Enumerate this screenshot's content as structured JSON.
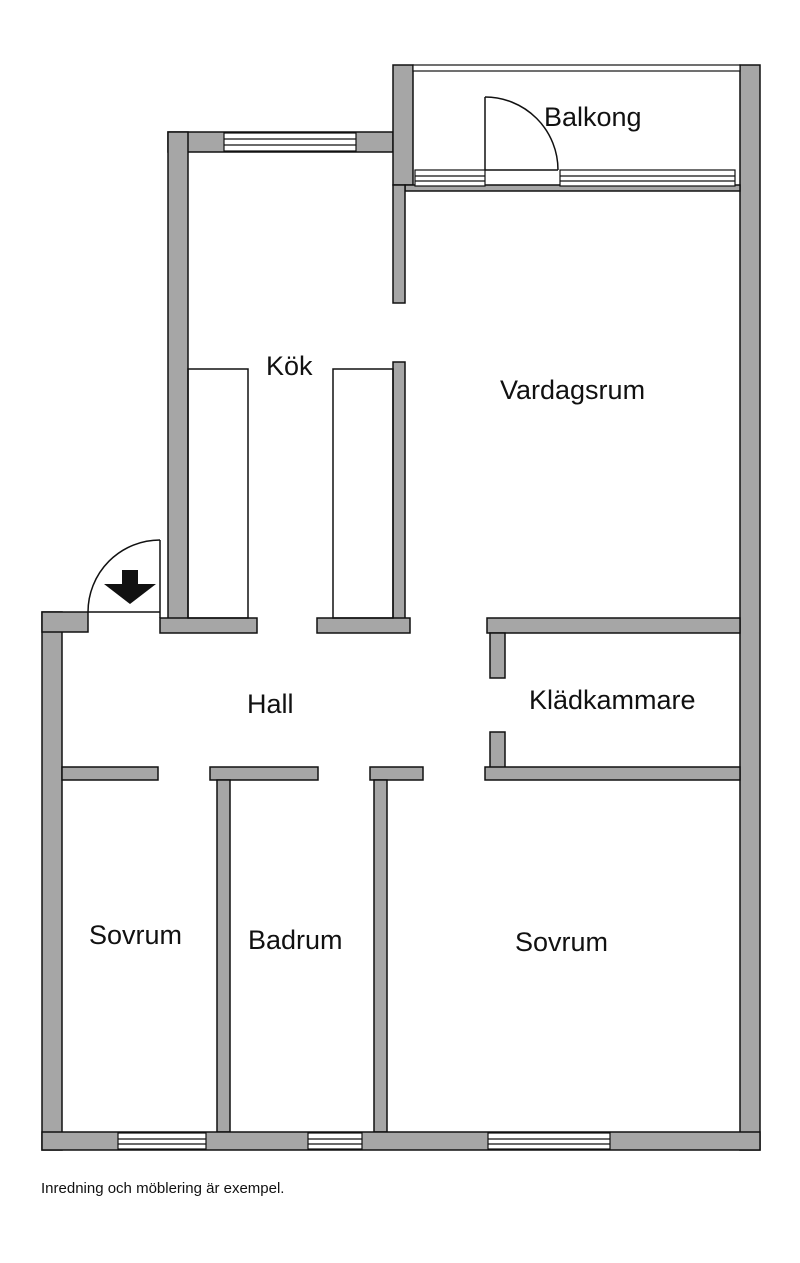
{
  "rooms": {
    "balcony": "Balkong",
    "kitchen": "Kök",
    "living_room": "Vardagsrum",
    "hall": "Hall",
    "walk_in_closet": "Klädkammare",
    "bedroom_left": "Sovrum",
    "bathroom": "Badrum",
    "bedroom_right": "Sovrum"
  },
  "footnote": "Inredning och möblering är exempel.",
  "colors": {
    "wall_fill": "#a6a6a6",
    "line": "#111111",
    "background": "#ffffff"
  },
  "icons": {
    "entrance": "entrance-arrow-down-icon"
  }
}
